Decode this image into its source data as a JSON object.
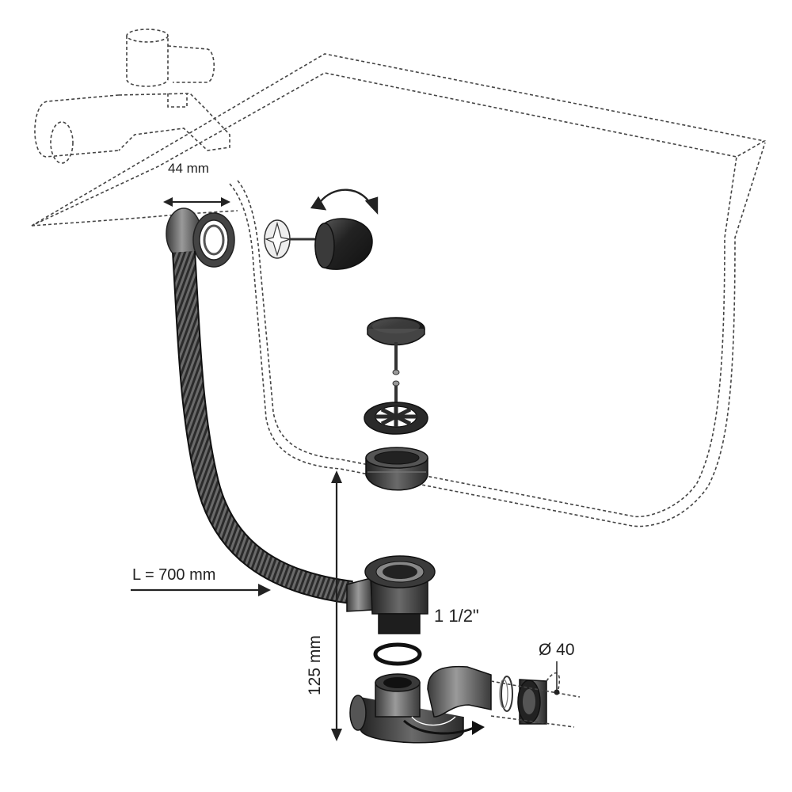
{
  "labels": {
    "overflow_width": "44 mm",
    "hose_length": "L = 700 mm",
    "drain_height": "125 mm",
    "thread_size": "1 1/2\"",
    "outlet_diameter": "Ø 40"
  },
  "colors": {
    "outline": "#2a2a2a",
    "hose": "#3a3a3a",
    "dark_part": "#333333",
    "mid_part": "#555555",
    "light_part": "#8a8a8a",
    "dashed": "#444444"
  }
}
